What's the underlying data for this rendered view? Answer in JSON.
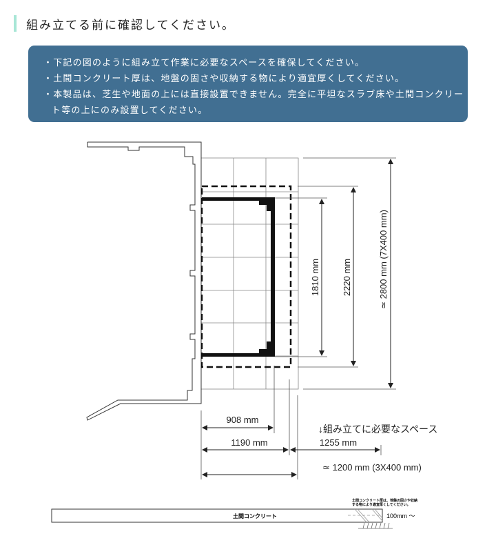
{
  "title": "組み立てる前に確認してください。",
  "notice": {
    "items": [
      "下記の図のように組み立て作業に必要なスペースを確保してください。",
      "土間コンクリート厚は、地盤の固さや収納する物により適宜厚くしてください。",
      "本製品は、芝生や地面の上には直接設置できません。完全に平坦なスラブ床や土間コンクリート等の上にのみ設置してください。"
    ]
  },
  "diagram": {
    "dim_1810": "1810 mm",
    "dim_2220": "2220 mm",
    "dim_2800": "≃ 2800 mm (7X400 mm)",
    "dim_908": "908 mm",
    "dim_1190": "1190 mm",
    "dim_1255": "1255 mm",
    "dim_1200": "≃ 1200 mm (3X400 mm)",
    "space_label": "↓組み立てに必要なスペース",
    "slab_label": "土間コンクリート",
    "slab_note_1": "土間コンクリート厚は、地盤の固さや収納",
    "slab_note_2": "する物により適宜厚くしてください。",
    "slab_thickness": "100mm ～"
  },
  "colors": {
    "notice_bg": "#416f92",
    "title_accent": "#a8e6d6"
  }
}
